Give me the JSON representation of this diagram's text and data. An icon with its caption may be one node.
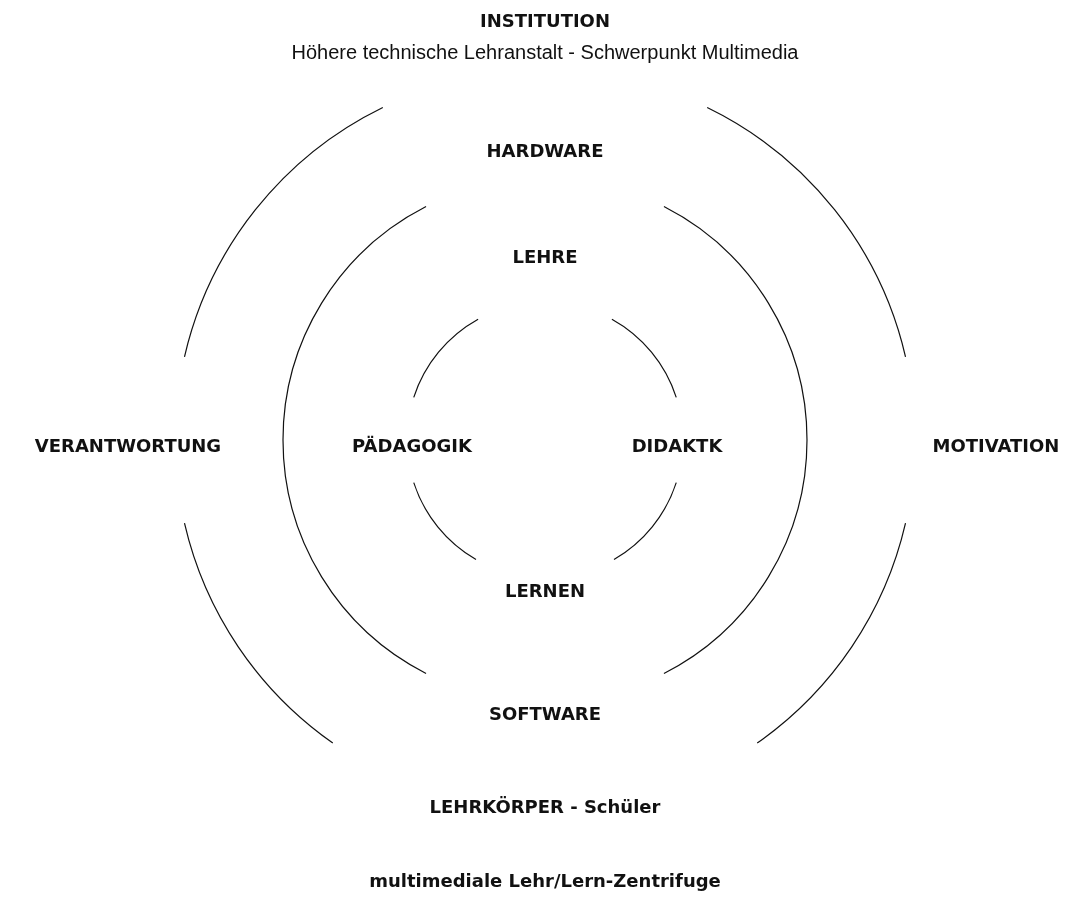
{
  "diagram": {
    "caption": "multimediale Lehr/Lern-Zentrifuge",
    "labels": [
      "INSTITUTION",
      "Höhere technische Lehranstalt - Schwerpunkt Multimedia",
      "HARDWARE",
      "LEHRE",
      "VERANTWORTUNG",
      "PÄDAGOGIK",
      "DIDAKTK",
      "MOTIVATION",
      "LERNEN",
      "SOFTWARE",
      "LEHRKÖRPER - Schüler"
    ]
  }
}
